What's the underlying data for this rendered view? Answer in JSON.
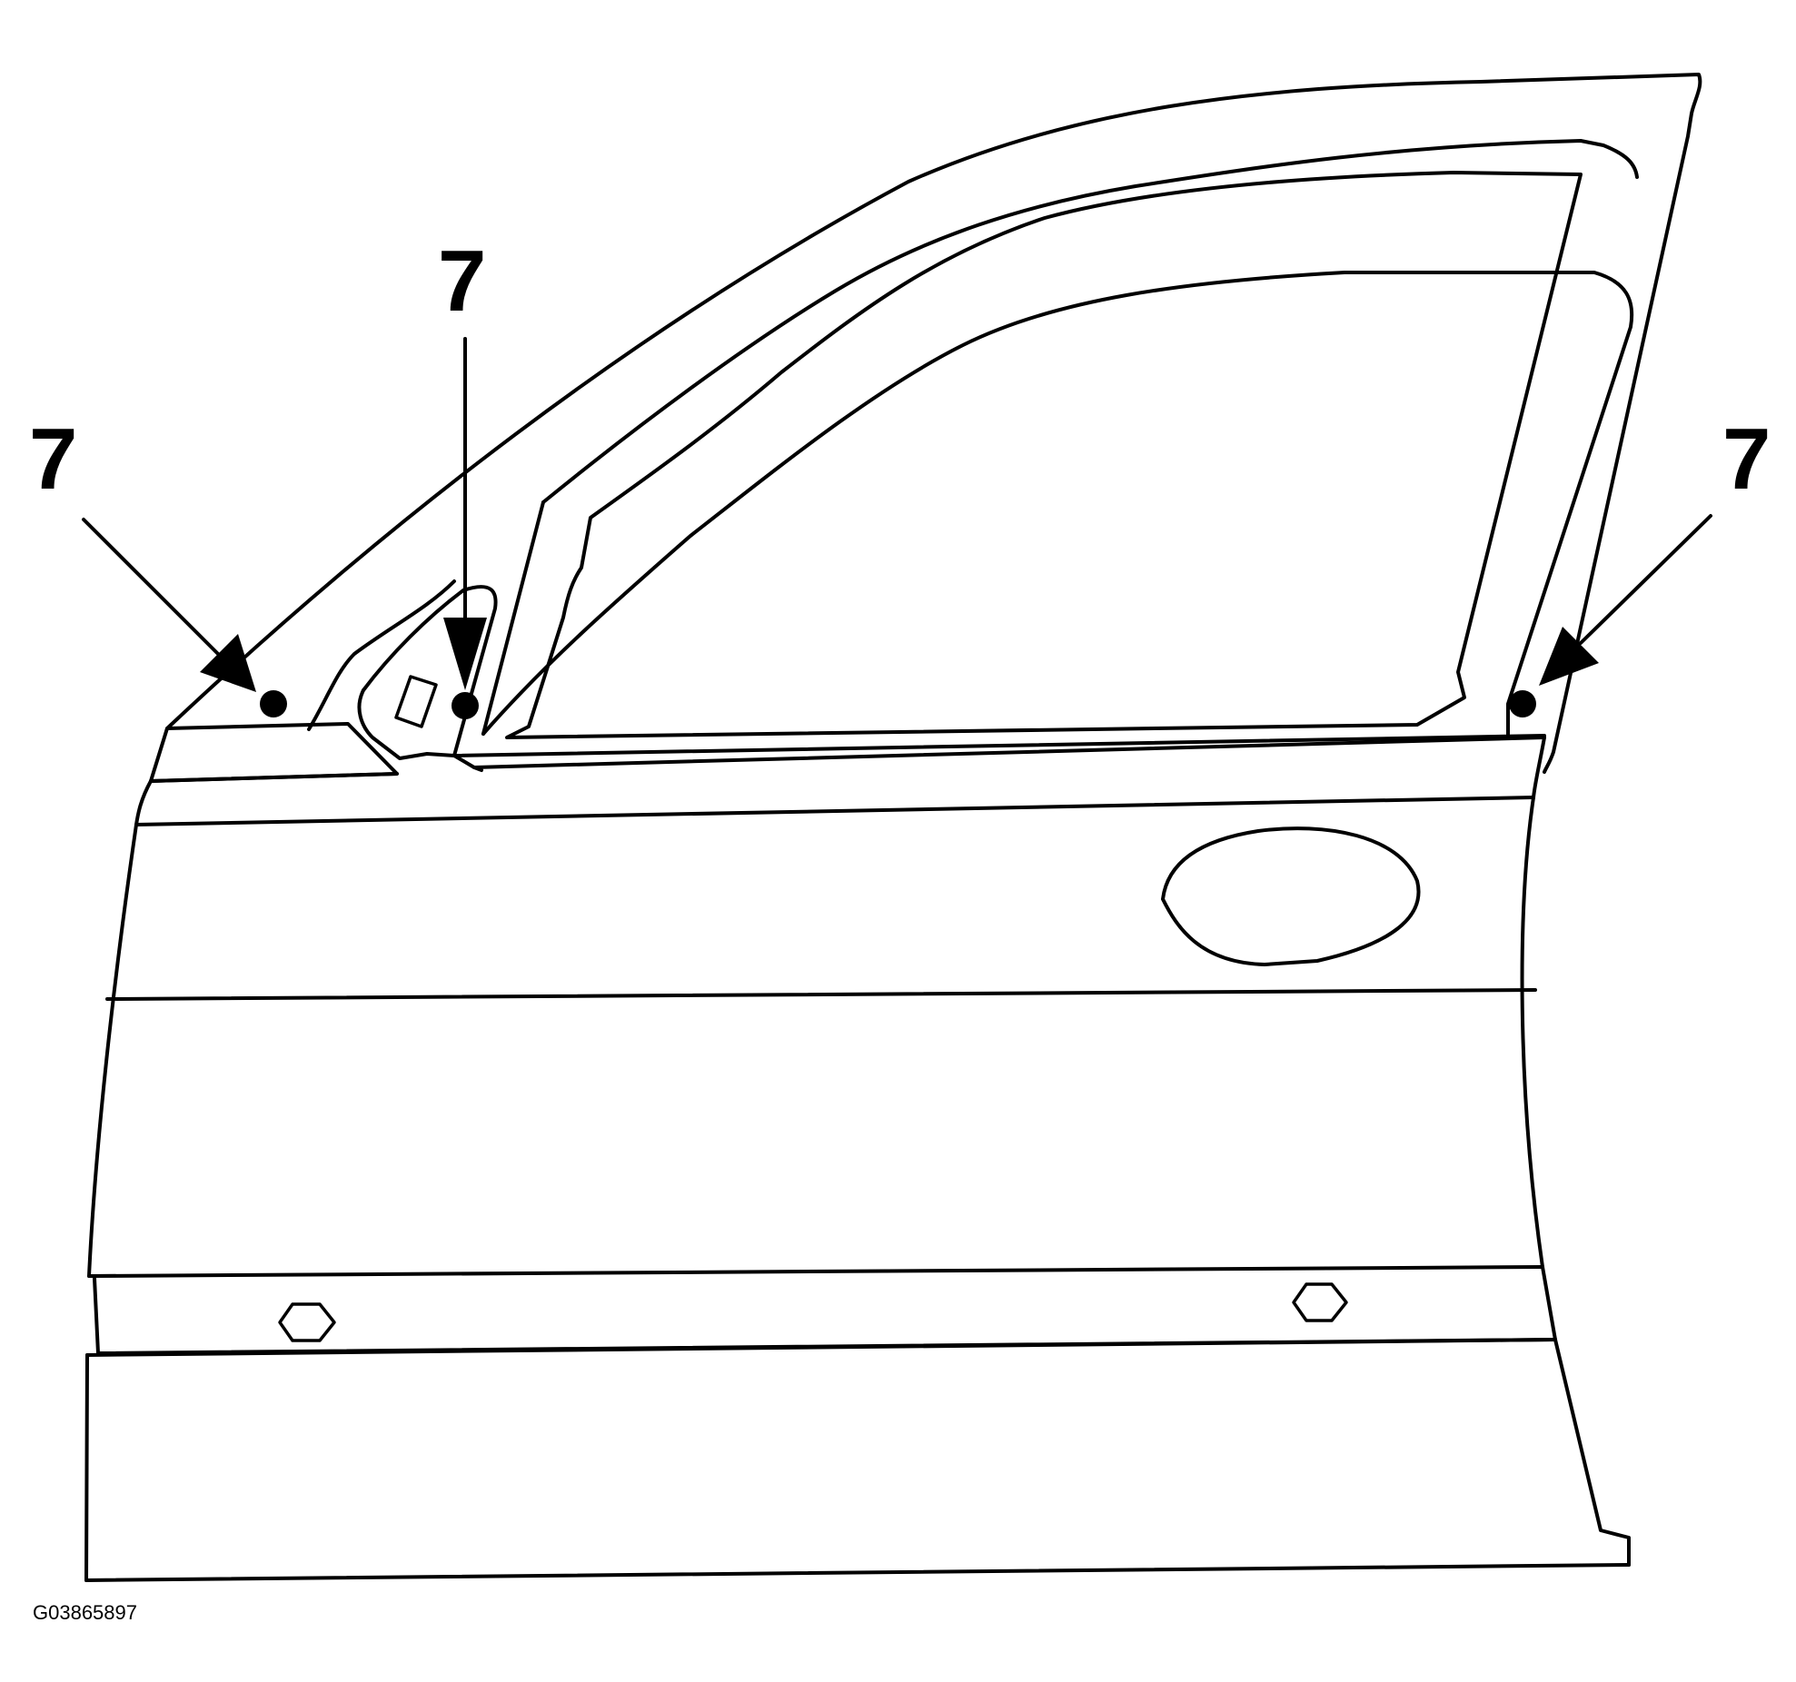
{
  "callouts": {
    "left": "7",
    "center": "7",
    "right": "7"
  },
  "figure_id": "G03865897",
  "colors": {
    "line": "#000000",
    "background": "#ffffff"
  }
}
